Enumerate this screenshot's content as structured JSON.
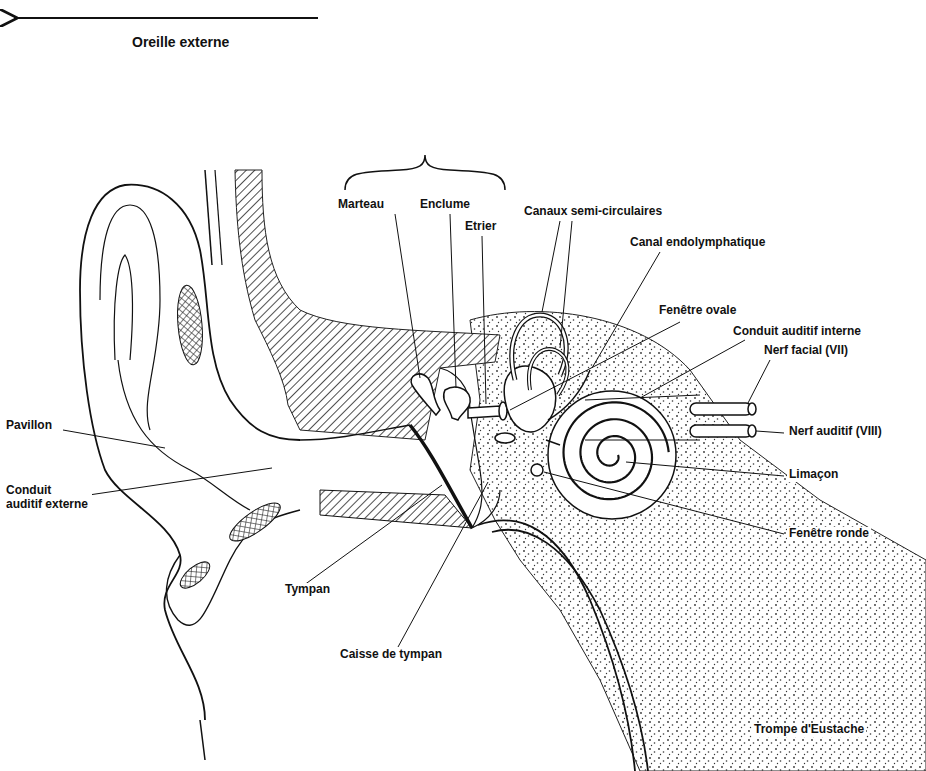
{
  "diagram": {
    "labels": [
      "Oreille externe",
      "Marteau",
      "Enclume",
      "Etrier",
      "Canaux semi-circulaires",
      "Canal endolymphatique",
      "Fenêtre ovale",
      "Conduit auditif interne",
      "Nerf facial (VII)",
      "Pavillon",
      "Nerf auditif (VIII)",
      "Limaçon",
      "Conduit auditif externe",
      "Fenêtre ronde",
      "Tympan",
      "Caisse de tympan",
      "Trompe d'Eustache"
    ]
  }
}
